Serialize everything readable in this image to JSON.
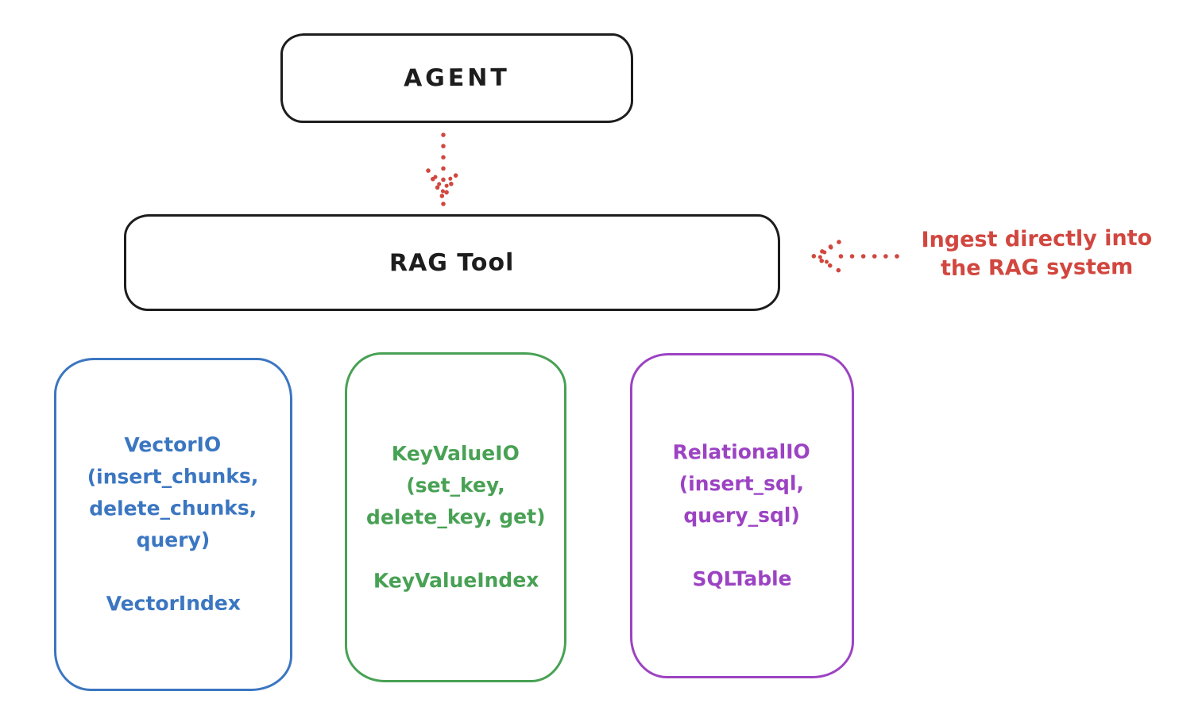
{
  "agent": {
    "label": "AGENT"
  },
  "rag_tool": {
    "label": "RAG Tool"
  },
  "annotation": {
    "lines": [
      "Ingest directly into",
      "the RAG system"
    ],
    "color": "#d1473f"
  },
  "arrows": [
    {
      "name": "agent-to-rag-tool",
      "style": "dotted",
      "direction": "down",
      "color": "#d1473f"
    },
    {
      "name": "annotation-to-rag-tool",
      "style": "dotted",
      "direction": "left",
      "color": "#d1473f"
    }
  ],
  "pillars": [
    {
      "name": "vector-io",
      "color": "#3b76c1",
      "lines": [
        "VectorIO",
        "(insert_chunks,",
        "delete_chunks,",
        "query)"
      ],
      "index_label": "VectorIndex"
    },
    {
      "name": "keyvalue-io",
      "color": "#48a154",
      "lines": [
        "KeyValueIO",
        "(set_key,",
        "delete_key, get)"
      ],
      "index_label": "KeyValueIndex"
    },
    {
      "name": "relational-io",
      "color": "#9c43c3",
      "lines": [
        "RelationalIO",
        "(insert_sql,",
        "query_sql)"
      ],
      "index_label": "SQLTable"
    }
  ],
  "colors": {
    "stroke": "#1d1d1d",
    "red": "#d1473f",
    "blue": "#3b76c1",
    "green": "#48a154",
    "purple": "#9c43c3",
    "background": "#ffffff"
  }
}
